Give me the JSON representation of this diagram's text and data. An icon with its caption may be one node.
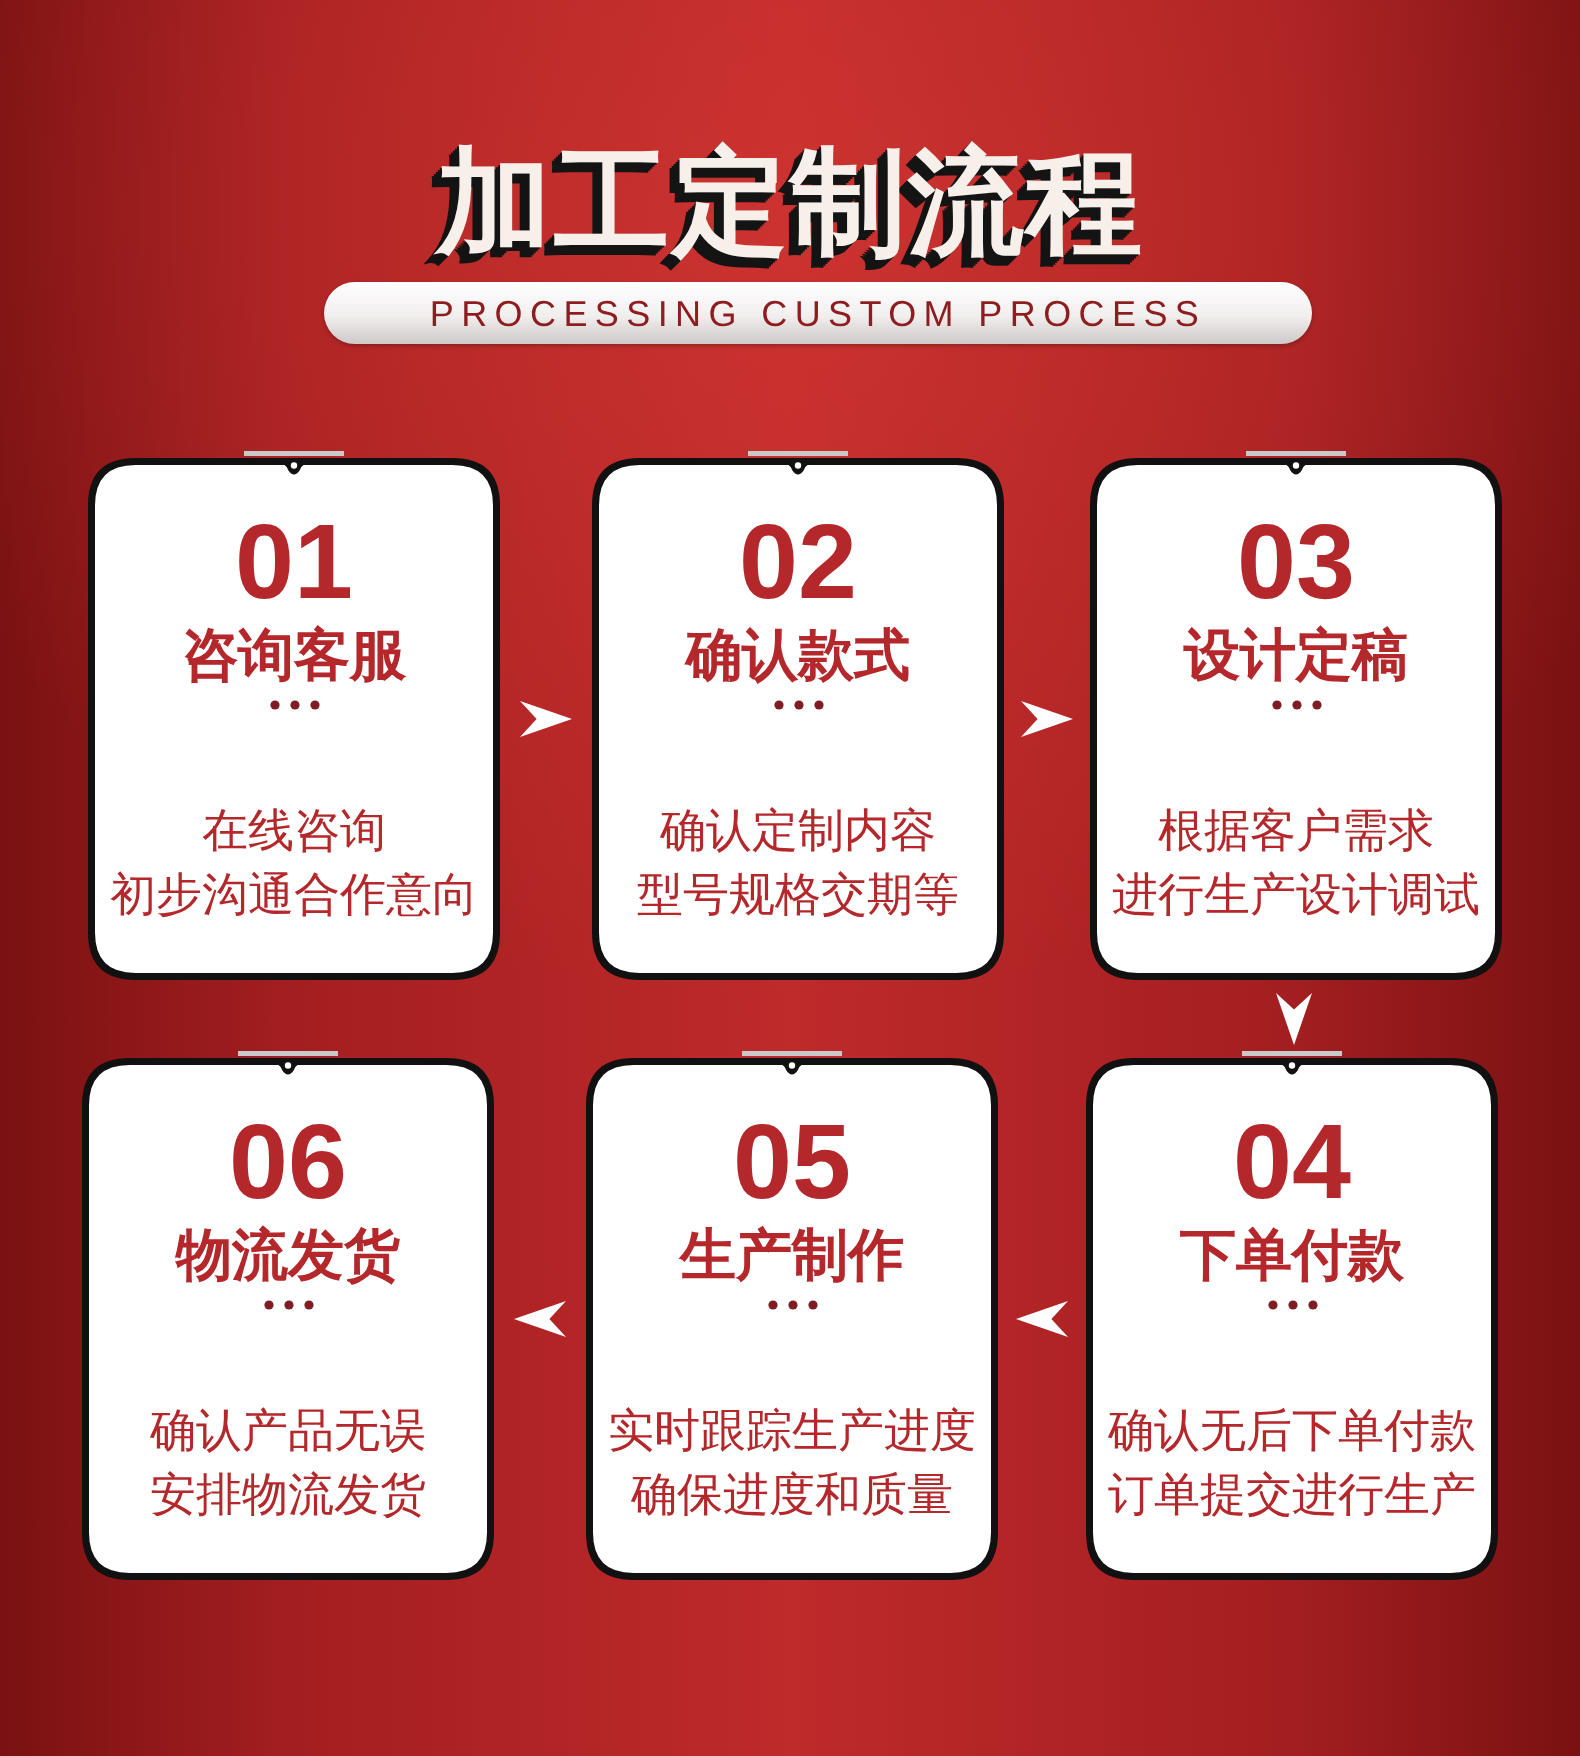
{
  "diagram": {
    "title": "加工定制流程",
    "nodes": [
      {
        "text": [
          "01",
          "咨询客服",
          "在线咨询初步沟通合作意向"
        ]
      },
      {
        "text": [
          "02",
          "确认款式",
          "确认定制内容型号规格交期等"
        ]
      },
      {
        "text": [
          "03",
          "设计定稿",
          "根据客户需求进行生产设计调试"
        ]
      },
      {
        "text": [
          "04",
          "下单付款",
          "确认无后下单付款订单提交进行生产"
        ]
      },
      {
        "text": [
          "05",
          "生产制作",
          "实时跟踪生产进度确保进度和质量"
        ]
      },
      {
        "text": [
          "06",
          "物流发货",
          "确认产品无误安排物流发货"
        ]
      }
    ],
    "edges": [
      {
        "from": 0,
        "to": 1,
        "arrow": "to"
      },
      {
        "from": 1,
        "to": 2,
        "arrow": "to"
      },
      {
        "from": 2,
        "to": 3,
        "arrow": "to"
      },
      {
        "from": 3,
        "to": 4,
        "arrow": "to"
      },
      {
        "from": 4,
        "to": 5,
        "arrow": "to"
      }
    ],
    "labels": [
      "PROCESSING CUSTOM PROCESS"
    ]
  }
}
